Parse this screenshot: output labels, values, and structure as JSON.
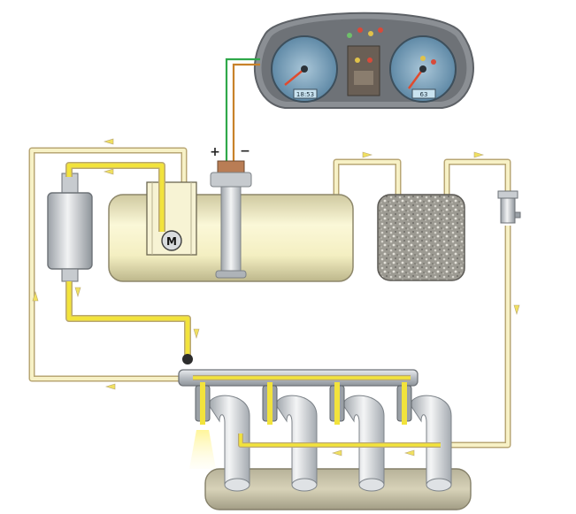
{
  "labels": {
    "motor": "M",
    "plus": "+",
    "minus": "−",
    "odometer": "18:53",
    "trip": "63"
  },
  "colors": {
    "fuel_line": "#f2e33c",
    "return_line": "#f7f1c6",
    "line_outline": "#b9a774",
    "tank_fill_light": "#fbf8d8",
    "tank_fill_dark": "#ccc69a",
    "wire_green": "#2fa84a",
    "wire_orange": "#c8822a",
    "cluster_body": "#8a8e93",
    "gauge_face": "#7aa6c2",
    "manifold_metal": "#cfd3d8",
    "flow_arrow": "#f0e060"
  },
  "icons": [
    "instrument-cluster-icon",
    "fuel-tank-icon",
    "fuel-pump-motor-icon",
    "fuel-filter-icon",
    "charcoal-canister-icon",
    "purge-valve-icon",
    "fuel-rail-icon",
    "injector-icon",
    "intake-manifold-icon",
    "flow-arrow-icon"
  ]
}
